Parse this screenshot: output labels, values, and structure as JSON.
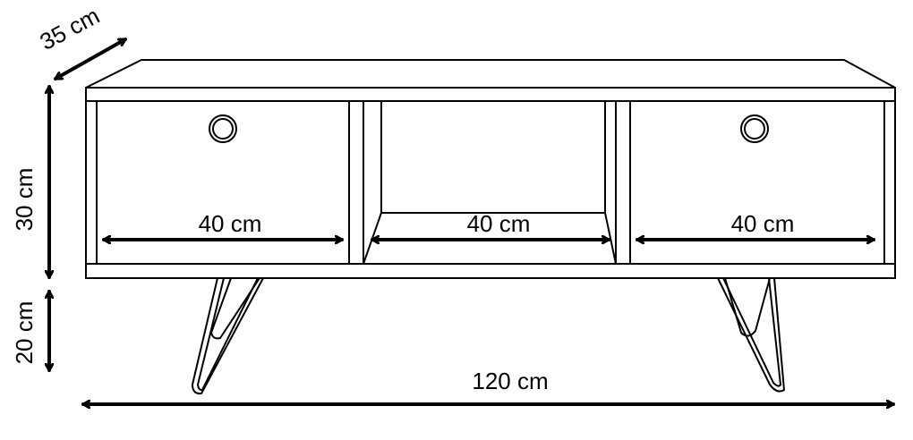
{
  "dimensions": {
    "depth": "35 cm",
    "height": "30 cm",
    "leg_height": "20 cm",
    "left_compartment_width": "40 cm",
    "middle_compartment_width": "40 cm",
    "right_compartment_width": "40 cm",
    "total_width": "120 cm"
  },
  "colors": {
    "line": "#000000",
    "background": "#ffffff"
  },
  "icons": {
    "knob": "door-knob-icon",
    "arrow": "double-arrow-icon"
  }
}
